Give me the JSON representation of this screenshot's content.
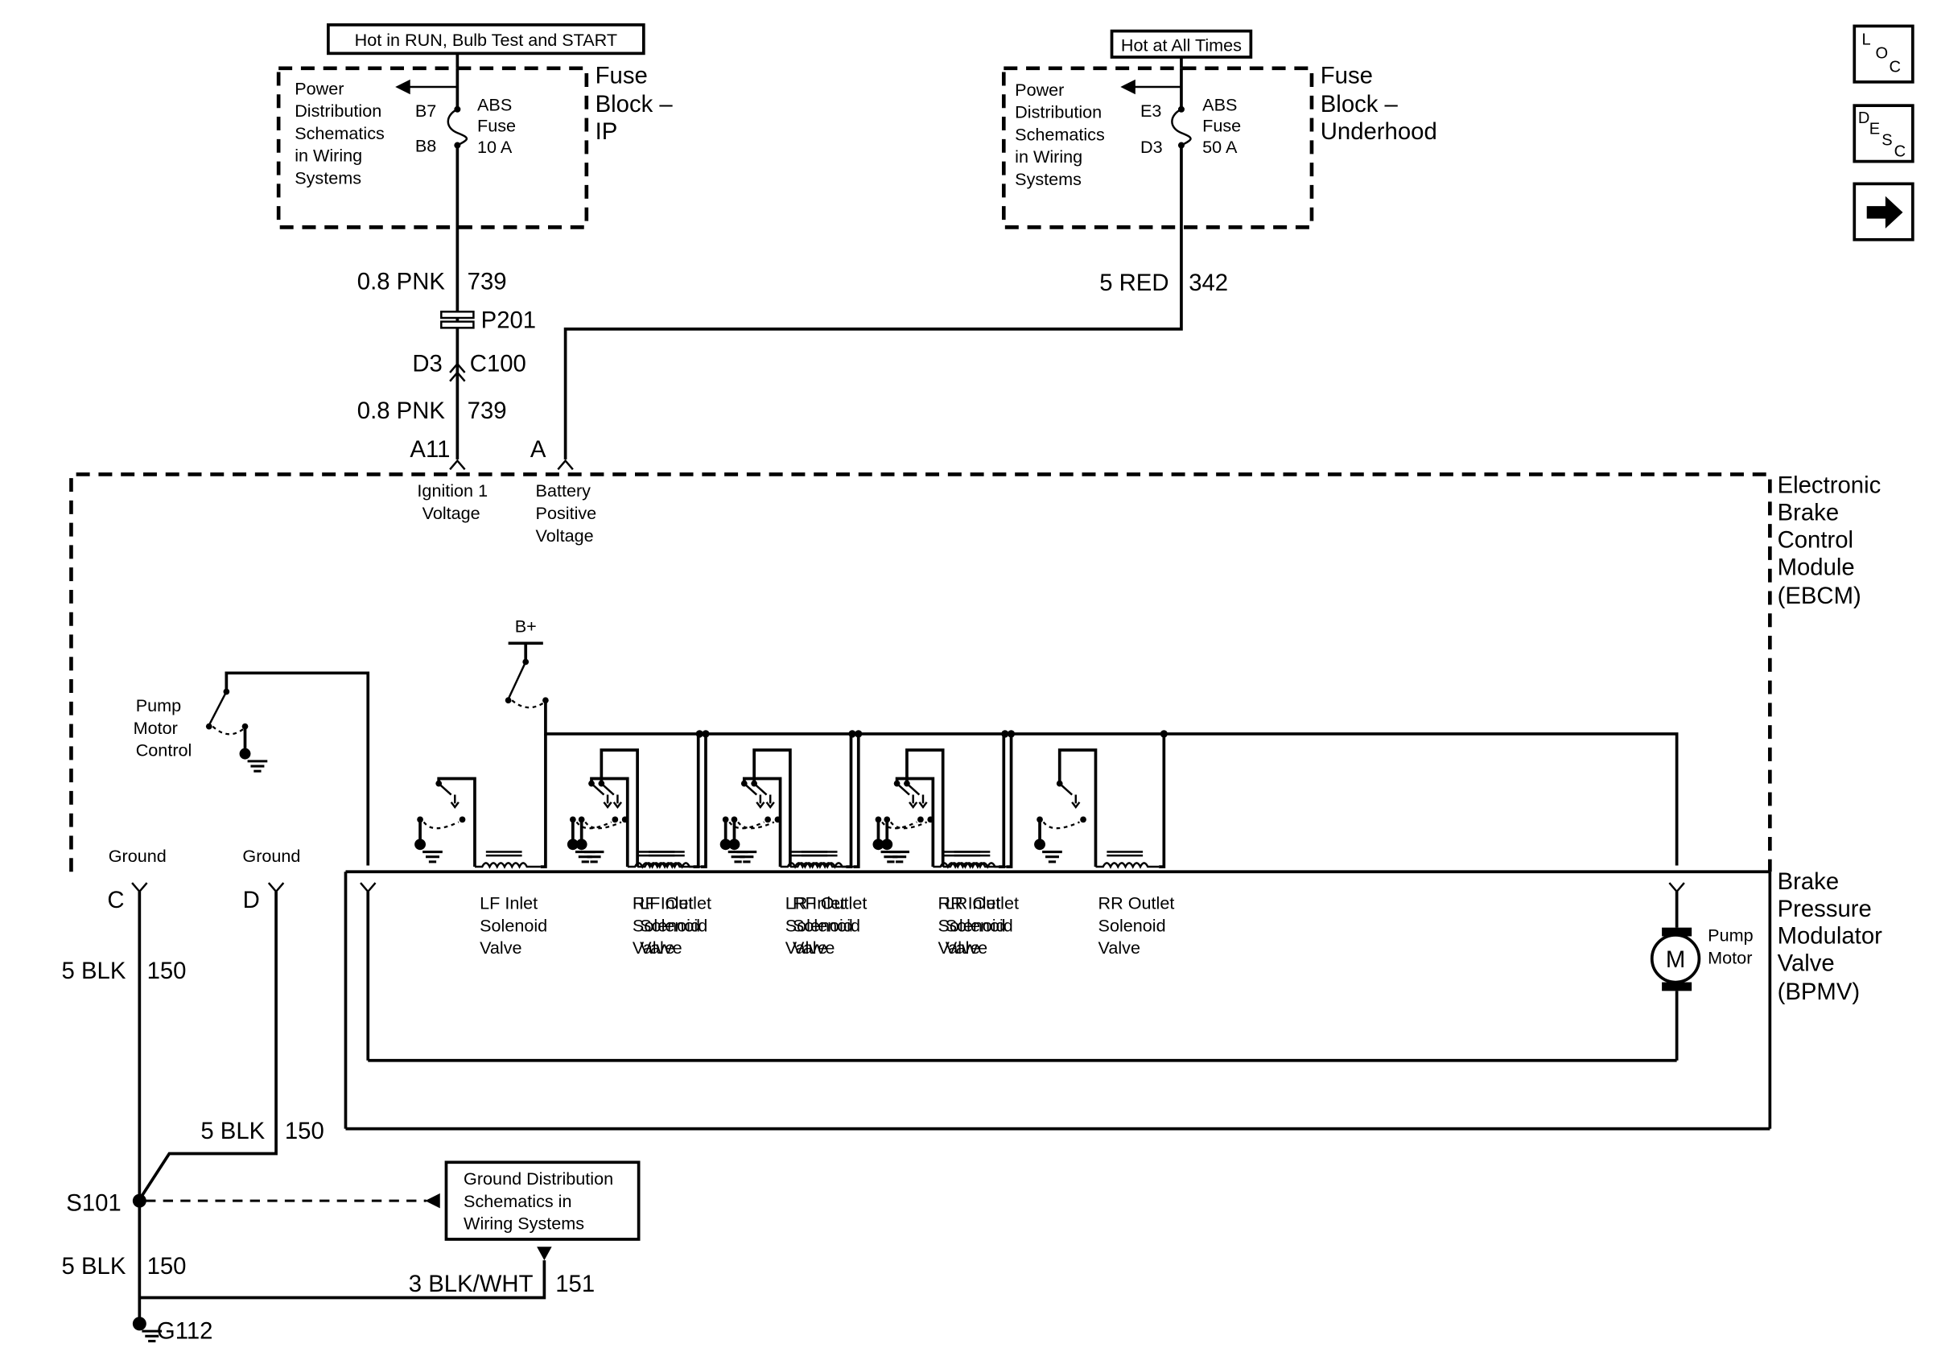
{
  "fuse_ip": {
    "header": "Hot in RUN, Bulb Test and START",
    "ref": [
      "Power",
      "Distribution",
      "Schematics",
      "in Wiring",
      "Systems"
    ],
    "pin_in": "B7",
    "pin_out": "B8",
    "fuse": [
      "ABS",
      "Fuse",
      "10 A"
    ],
    "block": [
      "Fuse",
      "Block –",
      "IP"
    ]
  },
  "fuse_uh": {
    "header": "Hot at All Times",
    "ref": [
      "Power",
      "Distribution",
      "Schematics",
      "in Wiring",
      "Systems"
    ],
    "pin_in": "E3",
    "pin_out": "D3",
    "fuse": [
      "ABS",
      "Fuse",
      "50 A"
    ],
    "block": [
      "Fuse",
      "Block –",
      "Underhood"
    ]
  },
  "wires": {
    "ign_upper": {
      "gauge": "0.8 PNK",
      "circuit": "739"
    },
    "ign_lower": {
      "gauge": "0.8 PNK",
      "circuit": "739"
    },
    "batt": {
      "gauge": "5 RED",
      "circuit": "342"
    },
    "gnd_c": {
      "gauge": "5 BLK",
      "circuit": "150"
    },
    "gnd_d": {
      "gauge": "5 BLK",
      "circuit": "150"
    },
    "gnd_s": {
      "gauge": "5 BLK",
      "circuit": "150"
    },
    "gnd_dist": {
      "gauge": "3 BLK/WHT",
      "circuit": "151"
    }
  },
  "connectors": {
    "splice_pack": "P201",
    "inline_pin": "D3",
    "inline_conn": "C100",
    "ebcm_ign_pin": "A11",
    "ebcm_batt_pin": "A",
    "gnd_pin_c": "C",
    "gnd_pin_d": "D"
  },
  "ebcm": {
    "name": [
      "Electronic",
      "Brake",
      "Control",
      "Module",
      "(EBCM)"
    ],
    "ign_label": [
      "Ignition 1",
      "Voltage"
    ],
    "batt_label": [
      "Battery",
      "Positive",
      "Voltage"
    ],
    "bplus": "B+",
    "pump_ctrl": [
      "Pump",
      "Motor",
      "Control"
    ],
    "ground_c": "Ground",
    "ground_d": "Ground"
  },
  "bpmv": {
    "name": [
      "Brake",
      "Pressure",
      "Modulator",
      "Valve",
      "(BPMV)"
    ],
    "solenoids": [
      [
        "LF Inlet",
        "Solenoid",
        "Valve"
      ],
      [
        "LF Outlet",
        "Solenoid",
        "Valve"
      ],
      [
        "RF Inlet",
        "Solenoid",
        "Valve"
      ],
      [
        "RF Outlet",
        "Solenoid",
        "Valve"
      ],
      [
        "LR Inlet",
        "Solenoid",
        "Valve"
      ],
      [
        "LR Outlet",
        "Solenoid",
        "Valve"
      ],
      [
        "RR Inlet",
        "Solenoid",
        "Valve"
      ],
      [
        "RR Outlet",
        "Solenoid",
        "Valve"
      ]
    ],
    "motor_symbol": "M",
    "pump_motor": [
      "Pump",
      "Motor"
    ]
  },
  "grounds": {
    "splice": "S101",
    "ground_point": "G112",
    "dist_ref": [
      "Ground Distribution",
      "Schematics in",
      "Wiring Systems"
    ]
  },
  "nav": {
    "loc": "LOC",
    "desc": "DESC",
    "next_icon": "right-arrow-icon"
  }
}
